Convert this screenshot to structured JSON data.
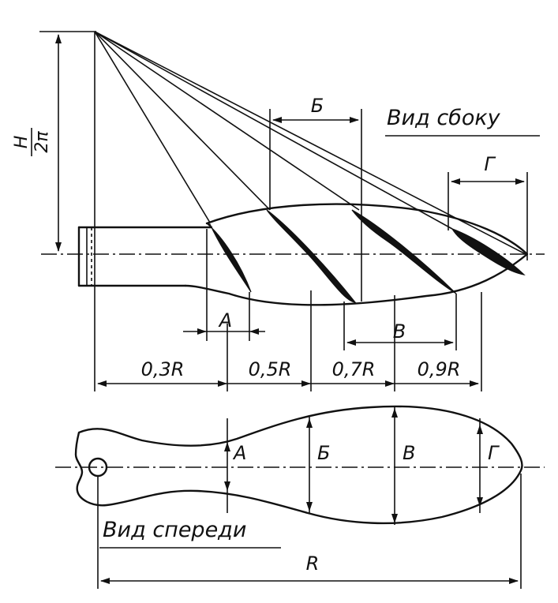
{
  "side_view": {
    "title": "Вид сбоку",
    "pitch_label_top": "H",
    "pitch_label_bottom": "2π",
    "width_label_b": "Б",
    "width_label_g": "Г",
    "width_label_a": "A",
    "width_label_v": "B",
    "stations": [
      "0,3R",
      "0,5R",
      "0,7R",
      "0,9R"
    ]
  },
  "front_view": {
    "title": "Вид спереди",
    "width_label_a": "A",
    "width_label_b": "Б",
    "width_label_v": "B",
    "width_label_g": "Г",
    "radius_label": "R"
  }
}
